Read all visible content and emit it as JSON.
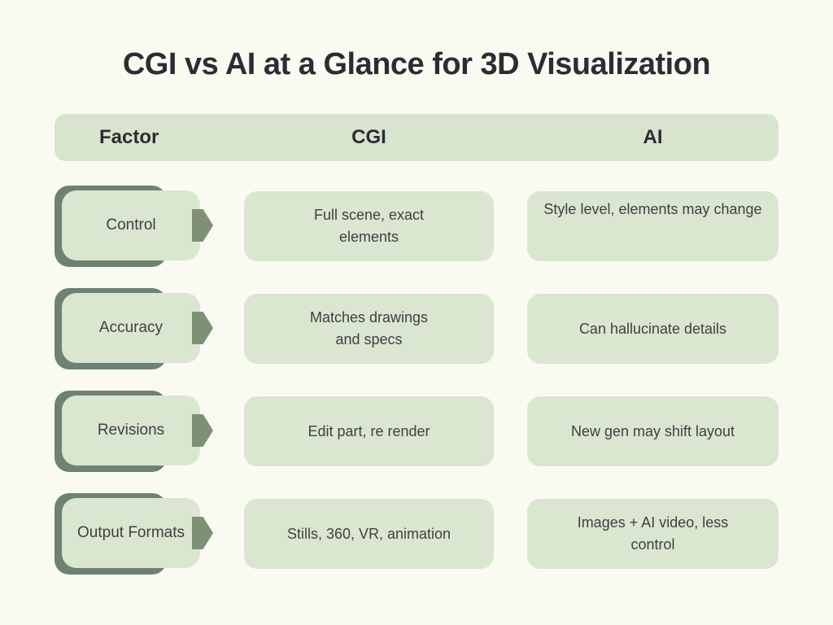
{
  "page": {
    "title": "CGI vs AI at a Glance for 3D Visualization",
    "background_color": "#f9fbf1",
    "title_color": "#2b2d35"
  },
  "colors": {
    "header_green": "#d8e4ce",
    "cell_green": "#dbe6d1",
    "dark_sage_shadow": "#6e8271",
    "arrow_green": "#7e9175",
    "body_text": "#3e403e"
  },
  "icons": {
    "factor_pointer": "arrow-right-icon"
  },
  "table": {
    "headers": {
      "factor": "Factor",
      "cgi": "CGI",
      "ai": "AI"
    },
    "rows": [
      {
        "factor": "Control",
        "cgi": "Full scene, exact\nelements",
        "ai": "Style level, elements may change"
      },
      {
        "factor": "Accuracy",
        "cgi": "Matches drawings\nand specs",
        "ai": "Can hallucinate details"
      },
      {
        "factor": "Revisions",
        "cgi": "Edit part, re render",
        "ai": "New gen may shift layout"
      },
      {
        "factor": "Output Formats",
        "cgi": "Stills, 360, VR, animation",
        "ai": "Images + AI video, less\ncontrol"
      }
    ]
  },
  "chart_data": {
    "type": "table",
    "title": "CGI vs AI at a Glance for 3D Visualization",
    "columns": [
      "Factor",
      "CGI",
      "AI"
    ],
    "rows": [
      [
        "Control",
        "Full scene, exact elements",
        "Style level, elements may change"
      ],
      [
        "Accuracy",
        "Matches drawings and specs",
        "Can hallucinate details"
      ],
      [
        "Revisions",
        "Edit part, re render",
        "New gen may shift layout"
      ],
      [
        "Output Formats",
        "Stills, 360, VR, animation",
        "Images + AI video, less control"
      ]
    ]
  }
}
